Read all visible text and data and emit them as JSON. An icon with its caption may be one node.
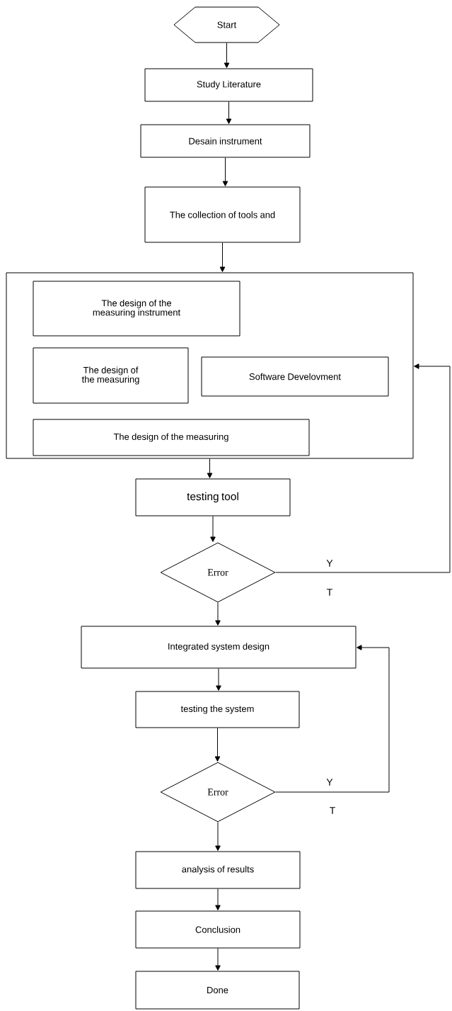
{
  "diagram": {
    "nodes": [
      {
        "text": [
          "Start"
        ]
      },
      {
        "text": [
          "Study Literature"
        ]
      },
      {
        "text": [
          "Desain instrument"
        ]
      },
      {
        "text": [
          "The collection of tools and"
        ]
      },
      {
        "text": [],
        "shape": "box"
      },
      {
        "text": [
          "The design of the measuring instrument"
        ],
        "in": 4
      },
      {
        "text": [
          "The design of the measuring"
        ],
        "in": 4
      },
      {
        "text": [
          "Software Develovment"
        ],
        "in": 4
      },
      {
        "text": [
          "The design of the measuring"
        ],
        "in": 4
      },
      {
        "text": [
          "testing tool"
        ]
      },
      {
        "text": [
          "Error"
        ]
      },
      {
        "text": [
          "Integrated system design"
        ]
      },
      {
        "text": [
          "testing the system"
        ]
      },
      {
        "text": [
          "Error"
        ]
      },
      {
        "text": [
          "analysis of results"
        ]
      },
      {
        "text": [
          "Conclusion"
        ]
      },
      {
        "text": [
          "Done"
        ]
      }
    ],
    "edges": [
      {
        "from": 0,
        "to": 1,
        "arrow": "to"
      },
      {
        "from": 1,
        "to": 2,
        "arrow": "to"
      },
      {
        "from": 2,
        "to": 3,
        "arrow": "to"
      },
      {
        "from": 3,
        "to": 4,
        "arrow": "to"
      },
      {
        "from": 4,
        "to": 9,
        "arrow": "to"
      },
      {
        "from": 9,
        "to": 10,
        "arrow": "to"
      },
      {
        "from": 10,
        "to": 4,
        "label": "Y",
        "arrow": "to"
      },
      {
        "from": 10,
        "to": 11,
        "arrow": "to"
      },
      {
        "from": 11,
        "to": 12,
        "arrow": "to"
      },
      {
        "from": 12,
        "to": 13,
        "arrow": "to"
      },
      {
        "from": 13,
        "to": 11,
        "label": "Y",
        "arrow": "to"
      },
      {
        "from": 13,
        "to": 14,
        "arrow": "to"
      },
      {
        "from": 14,
        "to": 15,
        "arrow": "to"
      },
      {
        "from": 15,
        "to": 16,
        "arrow": "to"
      }
    ],
    "labels": [
      "T",
      "T"
    ]
  }
}
